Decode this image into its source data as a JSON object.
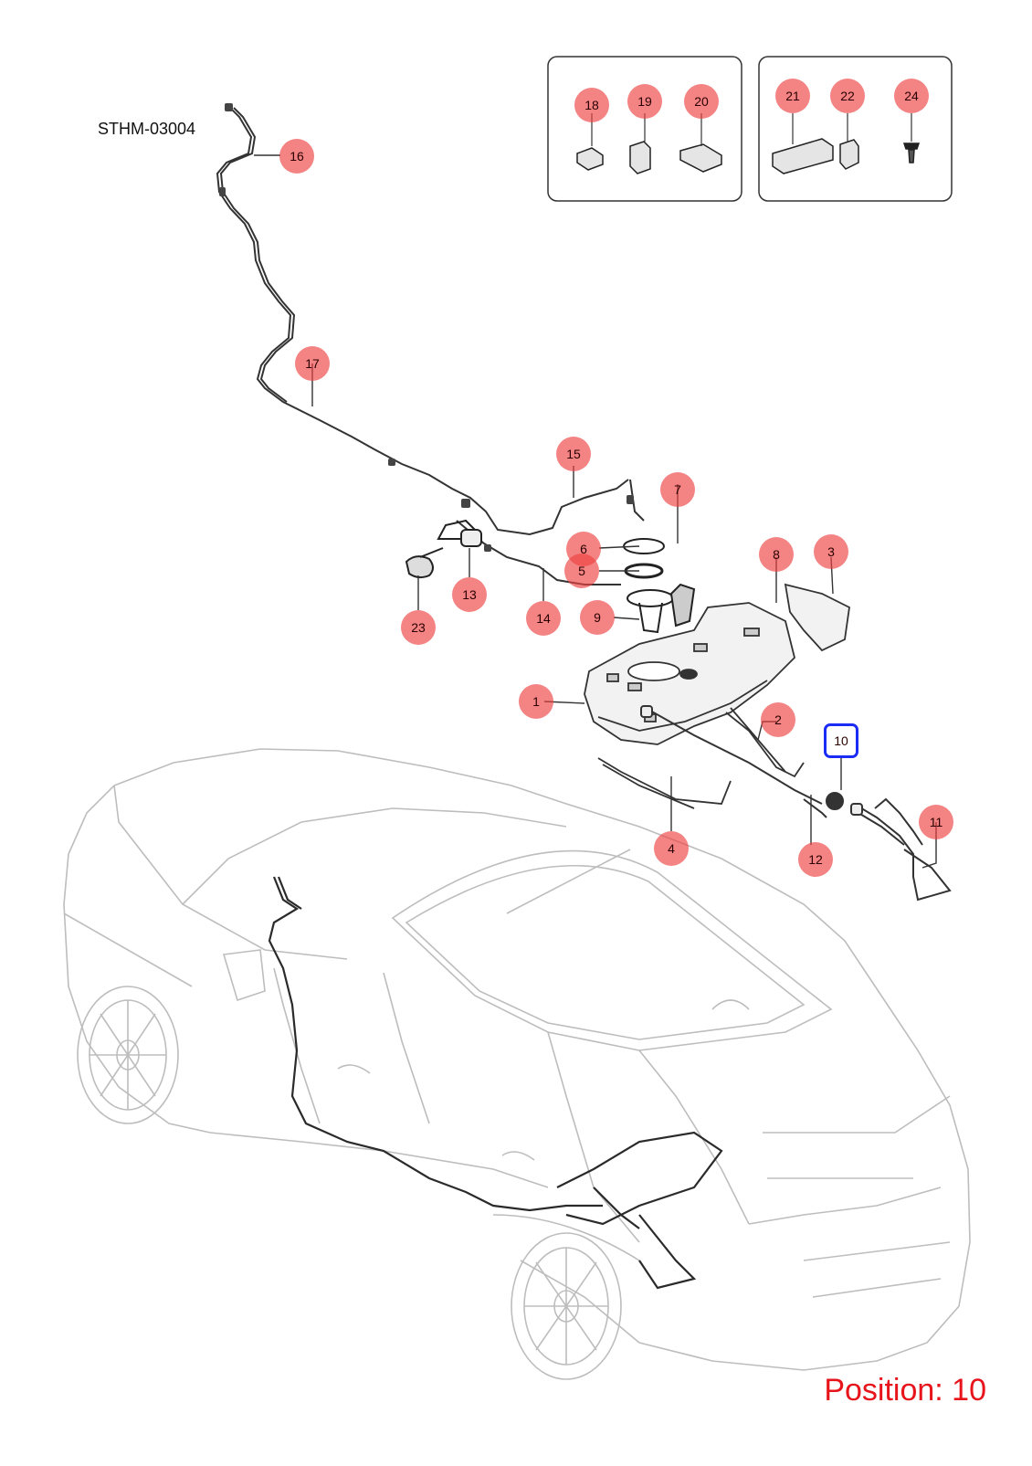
{
  "diagram": {
    "code": "STHM-03004",
    "position_label": "Position: 10",
    "selected_position": "10",
    "highlight_color": "#1a2cf5",
    "callout_color": "#ee4040",
    "position_text_color": "#e8141b",
    "callouts": [
      "1",
      "2",
      "3",
      "4",
      "5",
      "6",
      "7",
      "8",
      "9",
      "10",
      "11",
      "12",
      "13",
      "14",
      "15",
      "16",
      "17",
      "18",
      "19",
      "20",
      "21",
      "22",
      "23",
      "24"
    ]
  }
}
